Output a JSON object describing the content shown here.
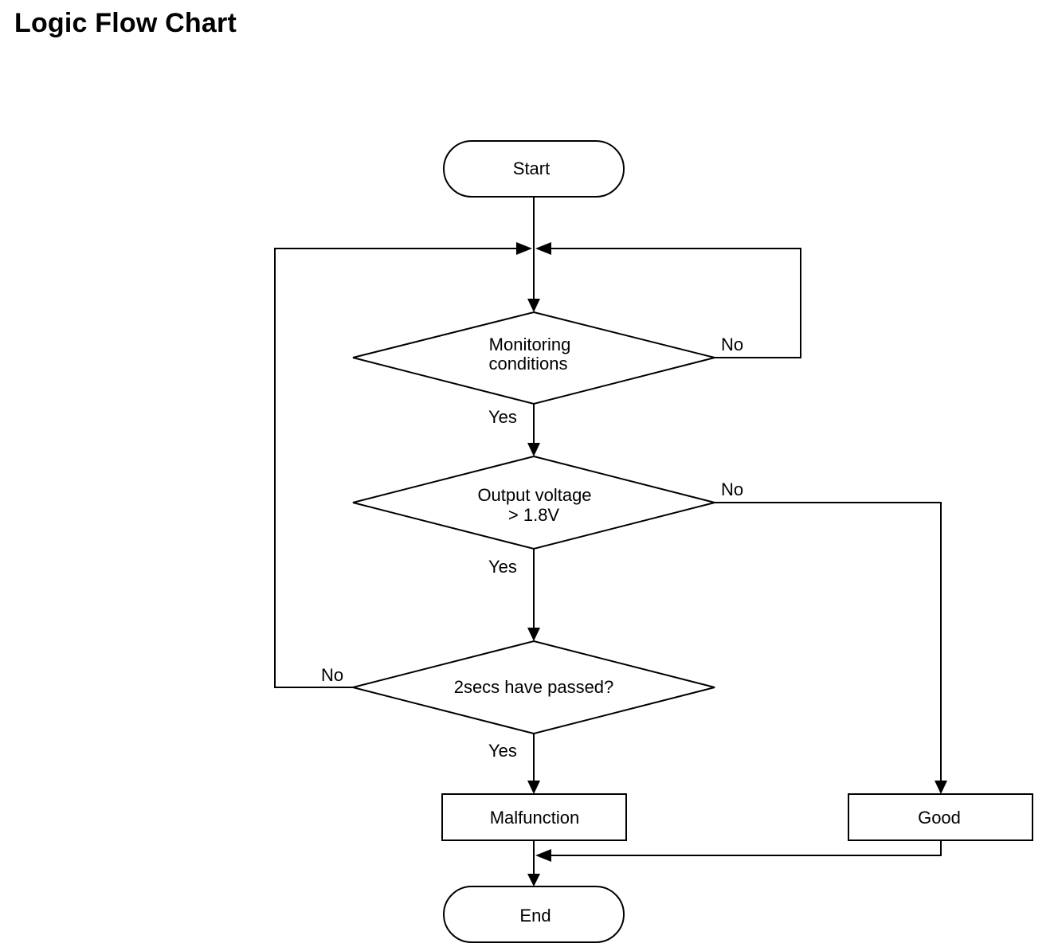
{
  "title": "Logic Flow Chart",
  "nodes": {
    "start": "Start",
    "monitoring_line1": "Monitoring",
    "monitoring_line2": "conditions",
    "voltage_line1": "Output voltage",
    "voltage_line2": "> 1.8V",
    "timer": "2secs have passed?",
    "malfunction": "Malfunction",
    "good": "Good",
    "end": "End"
  },
  "edge_labels": {
    "monitoring_no": "No",
    "monitoring_yes": "Yes",
    "voltage_no": "No",
    "voltage_yes": "Yes",
    "timer_no": "No",
    "timer_yes": "Yes"
  }
}
